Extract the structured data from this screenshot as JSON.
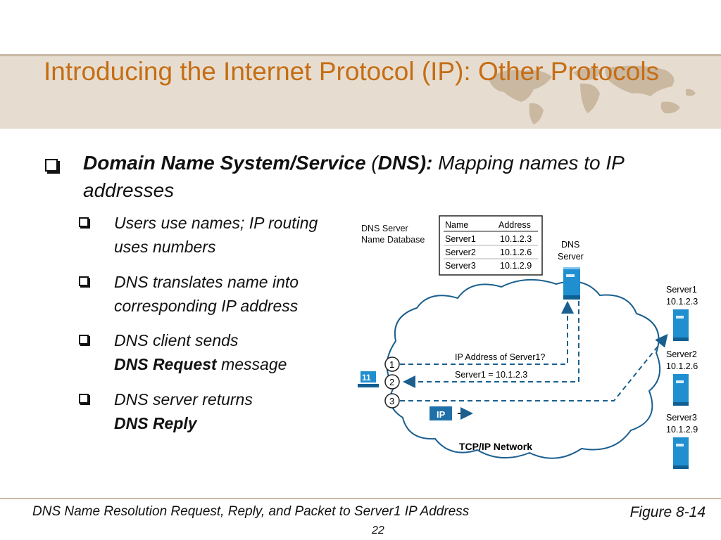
{
  "slide": {
    "title": "Introducing the Internet Protocol (IP): Other Protocols",
    "main_bullet": {
      "bold": "Domain Name System/Service",
      "paren_open": " (",
      "bold2": "DNS):",
      "rest": " Mapping names to IP addresses"
    },
    "sub_bullets": [
      {
        "text": "Users use names; IP routing uses numbers"
      },
      {
        "text": "DNS translates name into corresponding IP address"
      },
      {
        "text_before": "DNS client sends",
        "bold": "DNS Request",
        "text_after": " message"
      },
      {
        "text_before": "DNS server returns",
        "bold": "DNS Reply",
        "text_after": ""
      }
    ],
    "caption": "DNS Name Resolution Request, Reply, and Packet to Server1 IP Address",
    "figure_ref": "Figure 8-14",
    "page_number": "22"
  },
  "diagram": {
    "db_label_1": "DNS Server",
    "db_label_2": "Name Database",
    "table": {
      "headers": [
        "Name",
        "Address"
      ],
      "rows": [
        [
          "Server1",
          "10.1.2.3"
        ],
        [
          "Server2",
          "10.1.2.6"
        ],
        [
          "Server3",
          "10.1.2.9"
        ]
      ]
    },
    "dns_server_1": "DNS",
    "dns_server_2": "Server",
    "servers": [
      {
        "name": "Server1",
        "ip": "10.1.2.3"
      },
      {
        "name": "Server2",
        "ip": "10.1.2.6"
      },
      {
        "name": "Server3",
        "ip": "10.1.2.9"
      }
    ],
    "msg_request": "IP Address of Server1?",
    "msg_reply": "Server1 = 10.1.2.3",
    "steps": [
      "1",
      "2",
      "3"
    ],
    "pc_badge": "11",
    "ip_badge": "IP",
    "network_label": "TCP/IP Network"
  },
  "colors": {
    "title": "#c66d14",
    "band": "#e6ddd0",
    "server_blue": "#1f8fd0",
    "arrow": "#1a5f8e"
  }
}
